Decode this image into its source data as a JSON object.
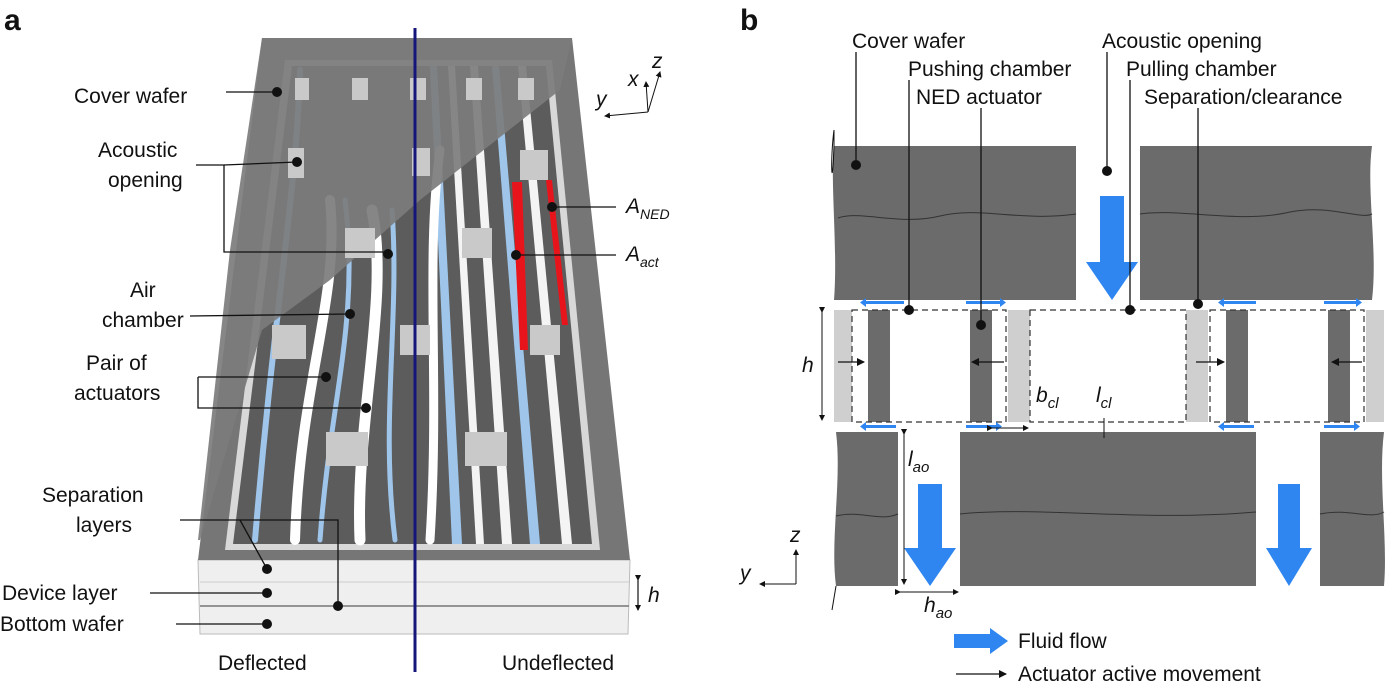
{
  "panel_a": {
    "letter": "a",
    "labels": {
      "cover_wafer": "Cover wafer",
      "acoustic_line1": "Acoustic",
      "acoustic_line2": "opening",
      "air_line1": "Air",
      "air_line2": "chamber",
      "pair_line1": "Pair of",
      "pair_line2": "actuators",
      "sep_line1": "Separation",
      "sep_line2": "layers",
      "device_layer": "Device layer",
      "bottom_wafer": "Bottom wafer",
      "a_ned_main": "A",
      "a_ned_sub": "NED",
      "a_act_main": "A",
      "a_act_sub": "act",
      "h": "h",
      "deflected": "Deflected",
      "undeflected": "Undeflected"
    },
    "axes": {
      "x": "x",
      "y": "y",
      "z": "z"
    }
  },
  "panel_b": {
    "letter": "b",
    "labels": {
      "cover_wafer": "Cover wafer",
      "acoustic_opening": "Acoustic opening",
      "pushing_chamber": "Pushing chamber",
      "pulling_chamber": "Pulling chamber",
      "ned_actuator": "NED actuator",
      "separation_clearance": "Separation/clearance",
      "h": "h",
      "b_main": "b",
      "b_sub": "cl",
      "l_main": "l",
      "l_sub": "cl",
      "lao_main": "l",
      "lao_sub": "ao",
      "hao_main": "h",
      "hao_sub": "ao"
    },
    "axes": {
      "y": "y",
      "z": "z"
    },
    "legend": {
      "fluid_flow": "Fluid flow",
      "actuator_movement": "Actuator active movement"
    }
  },
  "colors": {
    "wafer_gray": "#6b6b6b",
    "light_gray": "#cfcfcf",
    "flow_blue": "#2f86f0",
    "ned_red": "#e8141c",
    "divider_navy": "#16167a"
  }
}
